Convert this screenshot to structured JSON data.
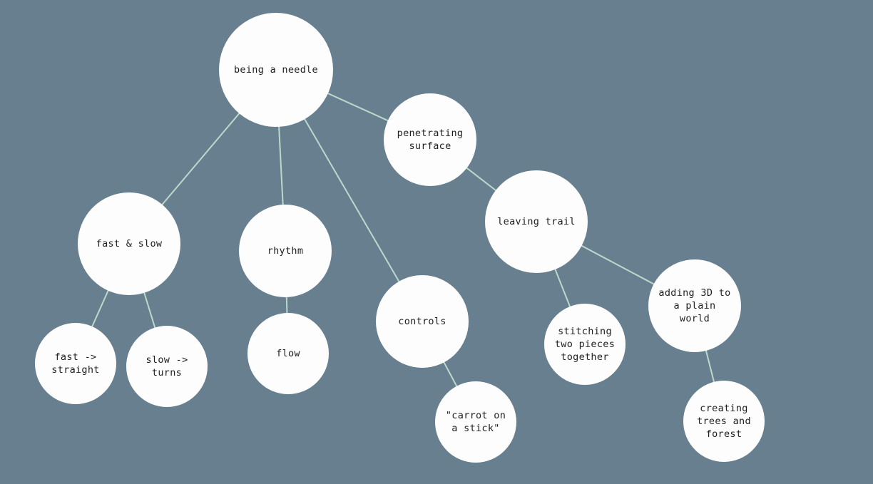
{
  "theme": {
    "background": "#687f8f",
    "node_fill": "#fdfdfd",
    "edge_color": "#bcd8cb",
    "text_color": "#1e1e1e"
  },
  "nodes": [
    {
      "id": "being-a-needle",
      "label": "being a needle"
    },
    {
      "id": "penetrating-surface",
      "label": "penetrating\nsurface"
    },
    {
      "id": "leaving-trail",
      "label": "leaving trail"
    },
    {
      "id": "fast-slow",
      "label": "fast & slow"
    },
    {
      "id": "rhythm",
      "label": "rhythm"
    },
    {
      "id": "controls",
      "label": "controls"
    },
    {
      "id": "fast-straight",
      "label": "fast ->\nstraight"
    },
    {
      "id": "slow-turns",
      "label": "slow ->\nturns"
    },
    {
      "id": "flow",
      "label": "flow"
    },
    {
      "id": "carrot-on-a-stick",
      "label": "\"carrot on\na stick\""
    },
    {
      "id": "stitching",
      "label": "stitching\ntwo pieces\ntogether"
    },
    {
      "id": "adding-3d",
      "label": "adding 3D to\na plain\nworld"
    },
    {
      "id": "creating-trees",
      "label": "creating\ntrees and\nforest"
    }
  ],
  "edges": [
    [
      "being-a-needle",
      "penetrating-surface"
    ],
    [
      "being-a-needle",
      "fast-slow"
    ],
    [
      "being-a-needle",
      "rhythm"
    ],
    [
      "being-a-needle",
      "controls"
    ],
    [
      "penetrating-surface",
      "leaving-trail"
    ],
    [
      "leaving-trail",
      "stitching"
    ],
    [
      "leaving-trail",
      "adding-3d"
    ],
    [
      "fast-slow",
      "fast-straight"
    ],
    [
      "fast-slow",
      "slow-turns"
    ],
    [
      "rhythm",
      "flow"
    ],
    [
      "controls",
      "carrot-on-a-stick"
    ],
    [
      "adding-3d",
      "creating-trees"
    ]
  ]
}
